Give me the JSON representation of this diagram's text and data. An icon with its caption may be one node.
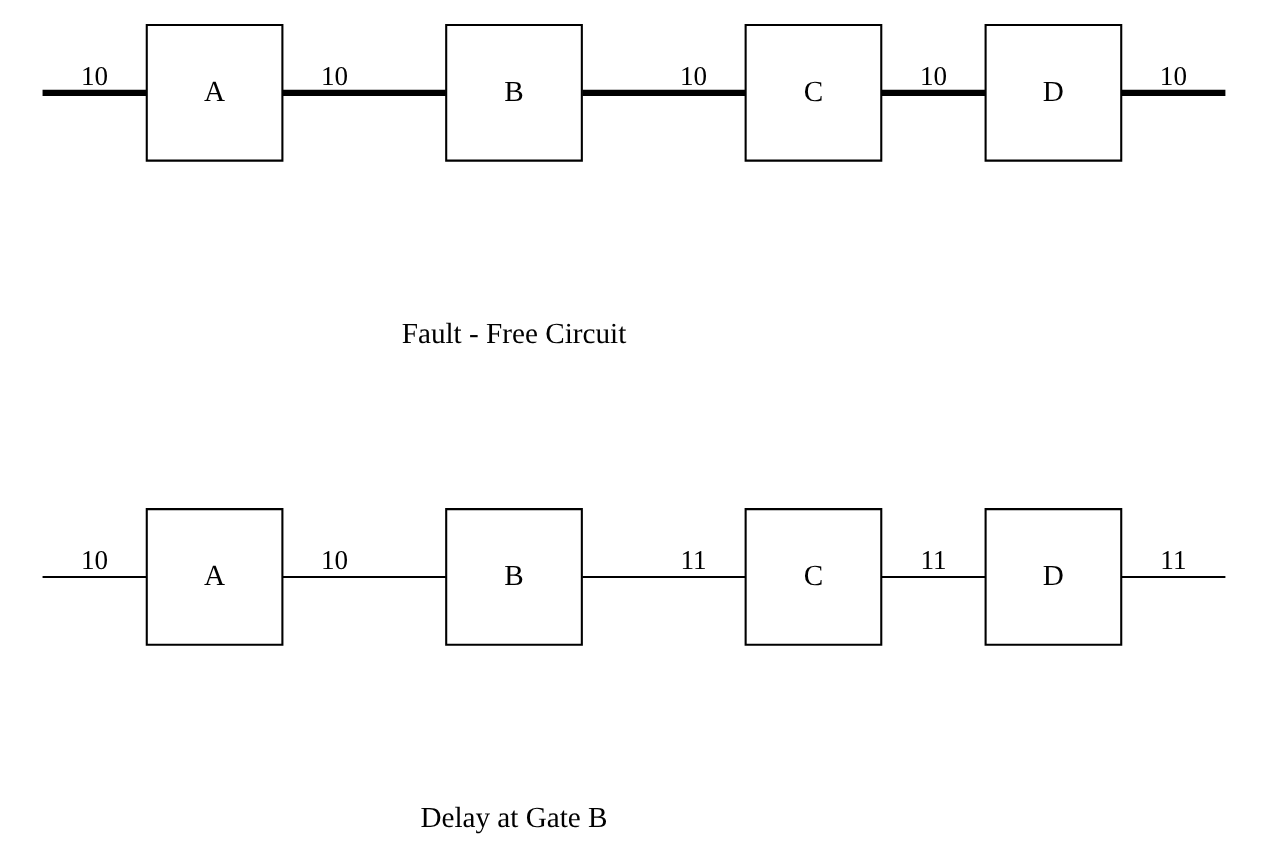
{
  "diagram": {
    "nodes": [
      {
        "text": [
          "A"
        ]
      },
      {
        "text": [
          "B"
        ]
      },
      {
        "text": [
          "C"
        ]
      },
      {
        "text": [
          "D"
        ]
      },
      {
        "text": [
          "A"
        ]
      },
      {
        "text": [
          "B"
        ]
      },
      {
        "text": [
          "C"
        ]
      },
      {
        "text": [
          "D"
        ]
      }
    ],
    "edges": [
      {
        "from": null,
        "to": 0,
        "arrow": "none",
        "label": "10",
        "style": "thick"
      },
      {
        "from": 0,
        "to": 1,
        "arrow": "none",
        "label": "10",
        "style": "thick"
      },
      {
        "from": 1,
        "to": 2,
        "arrow": "none",
        "label": "10",
        "style": "thick"
      },
      {
        "from": 2,
        "to": 3,
        "arrow": "none",
        "label": "10",
        "style": "thick"
      },
      {
        "from": 3,
        "to": null,
        "arrow": "none",
        "label": "10",
        "style": "thick"
      },
      {
        "from": null,
        "to": 4,
        "arrow": "none",
        "label": "10"
      },
      {
        "from": 4,
        "to": 5,
        "arrow": "none",
        "label": "10"
      },
      {
        "from": 5,
        "to": 6,
        "arrow": "none",
        "label": "11"
      },
      {
        "from": 6,
        "to": 7,
        "arrow": "none",
        "label": "11"
      },
      {
        "from": 7,
        "to": null,
        "arrow": "none",
        "label": "11"
      }
    ],
    "labels": [
      "Fault - Free Circuit",
      "Delay at Gate B"
    ]
  }
}
